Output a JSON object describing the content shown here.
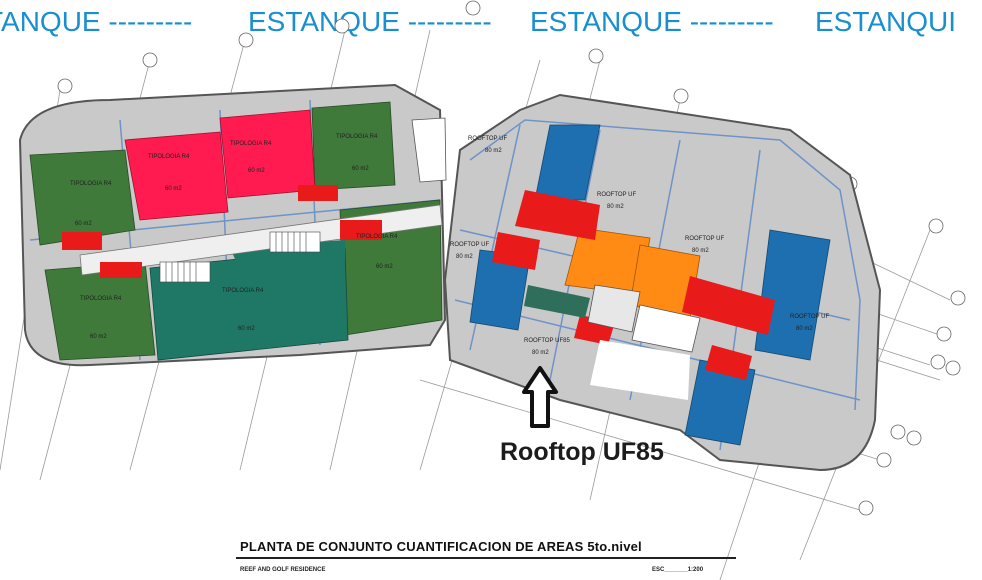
{
  "banner": {
    "segments": [
      "TANQUE ---------",
      "ESTANQUE ---------",
      "ESTANQUE ---------",
      "ESTANQUI"
    ]
  },
  "drawing": {
    "title": "PLANTA DE CONJUNTO CUANTIFICACION DE AREAS 5to.nivel",
    "project": "REEF AND GOLF RESIDENCE",
    "scale": "ESC_______1:200"
  },
  "callout": {
    "label": "Rooftop UF85"
  },
  "colors": {
    "banner_text": "#1a8fd0",
    "building_fill": "#c9c9c9",
    "green_unit": "#3f7a3a",
    "red_unit": "#ff1a50",
    "teal_unit": "#1f7866",
    "blue_unit": "#1e6fb0",
    "orange_unit": "#ff8a14",
    "red_balcony": "#e81a1a",
    "grid_line": "#6e93c8"
  },
  "units": {
    "west": [
      {
        "name": "TIPOLOGIA R4",
        "area": "60 m2"
      },
      {
        "name": "TIPOLOGIA R4",
        "area": "60 m2"
      },
      {
        "name": "TIPOLOGIA R4",
        "area": "60 m2"
      },
      {
        "name": "TIPOLOGIA R4",
        "area": "60 m2"
      },
      {
        "name": "TIPOLOGIA R4",
        "area": "60 m2"
      },
      {
        "name": "TIPOLOGIA R4",
        "area": "60 m2"
      },
      {
        "name": "TIPOLOGIA R4",
        "area": "60 m2"
      }
    ],
    "east": [
      {
        "name": "ROOFTOP UF85",
        "area": "80 m2"
      },
      {
        "name": "ROOFTOP UF",
        "area": "80 m2"
      },
      {
        "name": "ROOFTOP UF",
        "area": "80 m2"
      },
      {
        "name": "ROOFTOP UF",
        "area": "80 m2"
      },
      {
        "name": "ROOFTOP UF",
        "area": "80 m2"
      },
      {
        "name": "ROOFTOP UF",
        "area": "80 m2"
      }
    ]
  }
}
